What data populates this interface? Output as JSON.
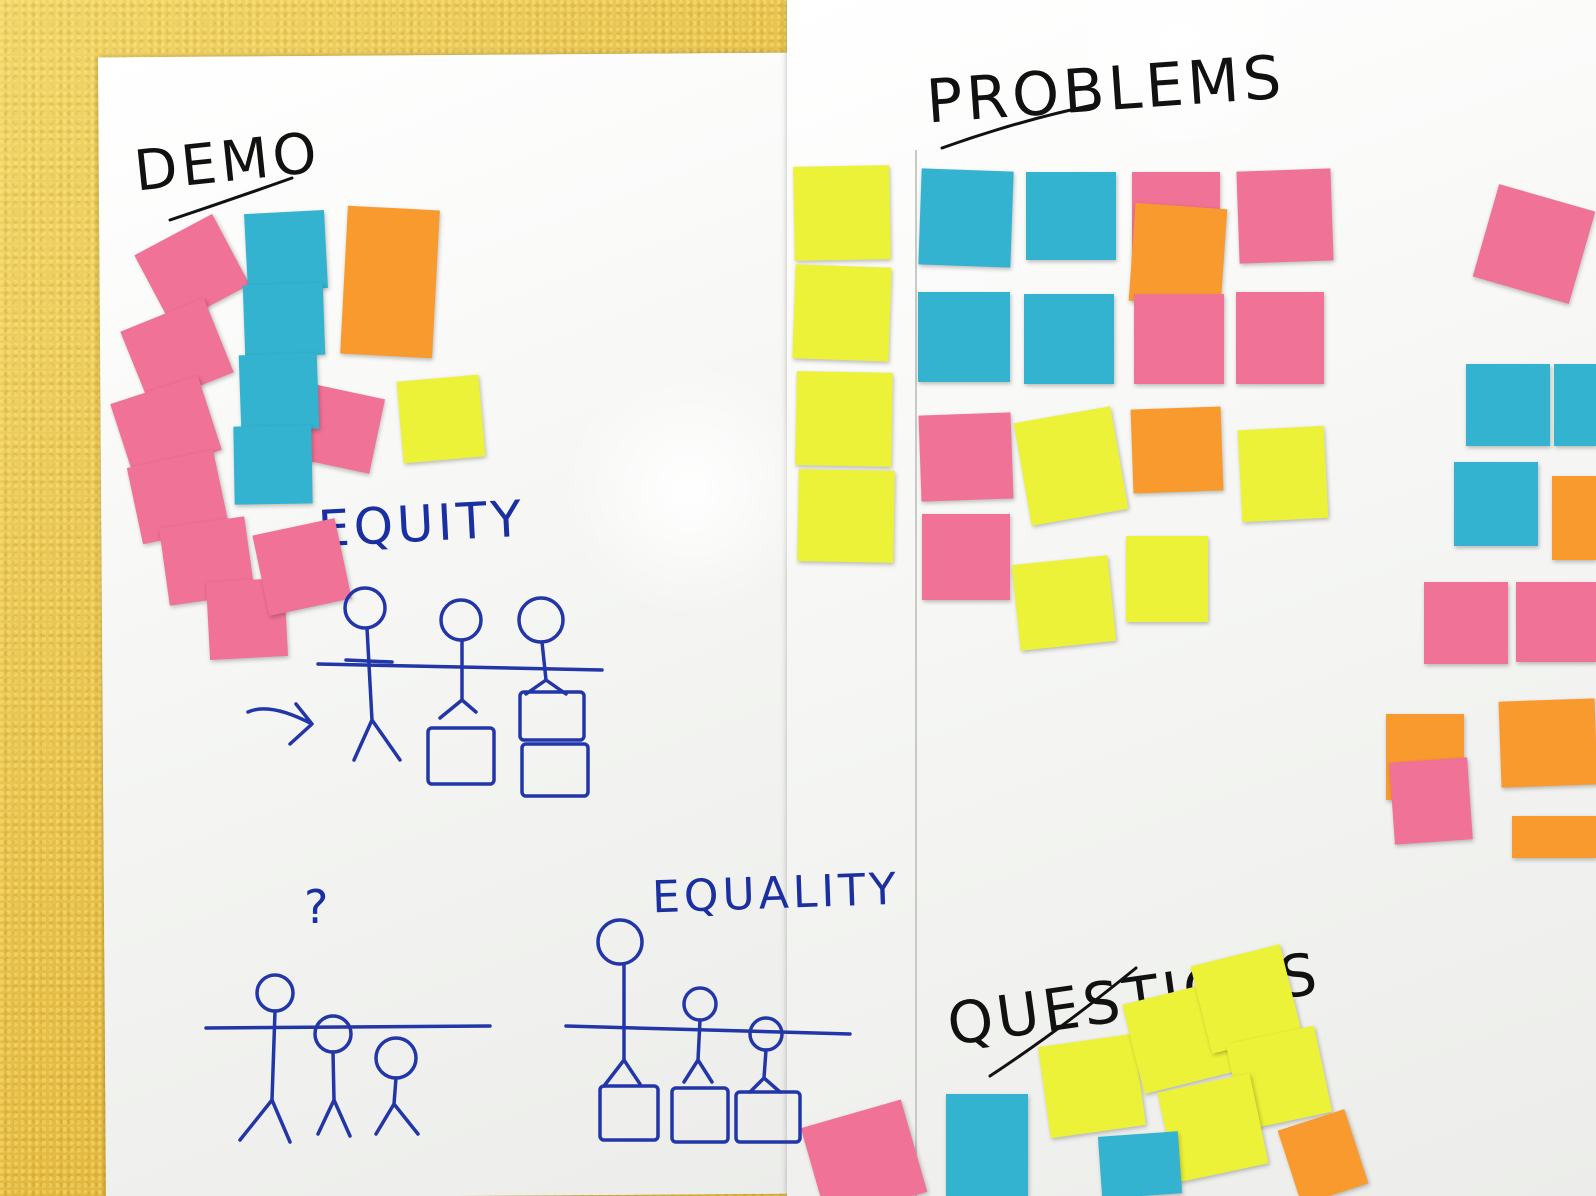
{
  "photo": {
    "headings": {
      "demo": "Demo",
      "problems": "Problems",
      "questions": "Questions",
      "equity": "EQUITY",
      "equality": "EQUALITY",
      "question_mark": "?"
    },
    "colors": {
      "wall": "#e8c24a",
      "board": "#ffffff",
      "marker_blue": "#2236a8",
      "marker_black": "#111111",
      "note_pink": "#f07296",
      "note_blue": "#33b3cf",
      "note_orange": "#f99a2e",
      "note_yellow": "#ecf238"
    }
  }
}
